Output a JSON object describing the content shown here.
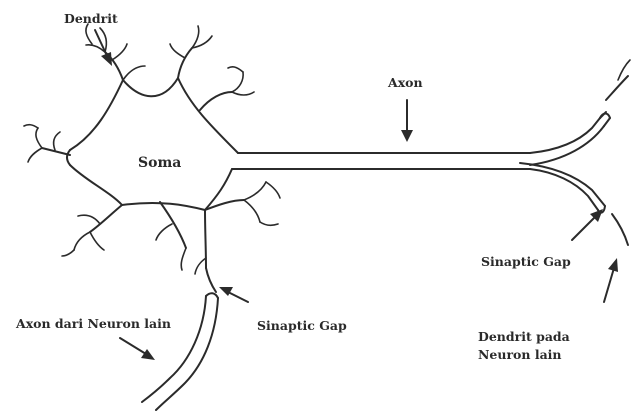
{
  "labels": {
    "dendrit": "Dendrit",
    "axon": "Axon",
    "soma": "Soma",
    "sinaptic_gap_right": "Sinaptic Gap",
    "sinaptic_gap_bottom": "Sinaptic Gap",
    "axon_dari_neuron_lain": "Axon dari Neuron lain",
    "dendrit_pada_line1": "Dendrit pada",
    "dendrit_pada_line2": "Neuron lain"
  },
  "colors": {
    "ink": "#2b2b2b",
    "background": "#ffffff"
  }
}
